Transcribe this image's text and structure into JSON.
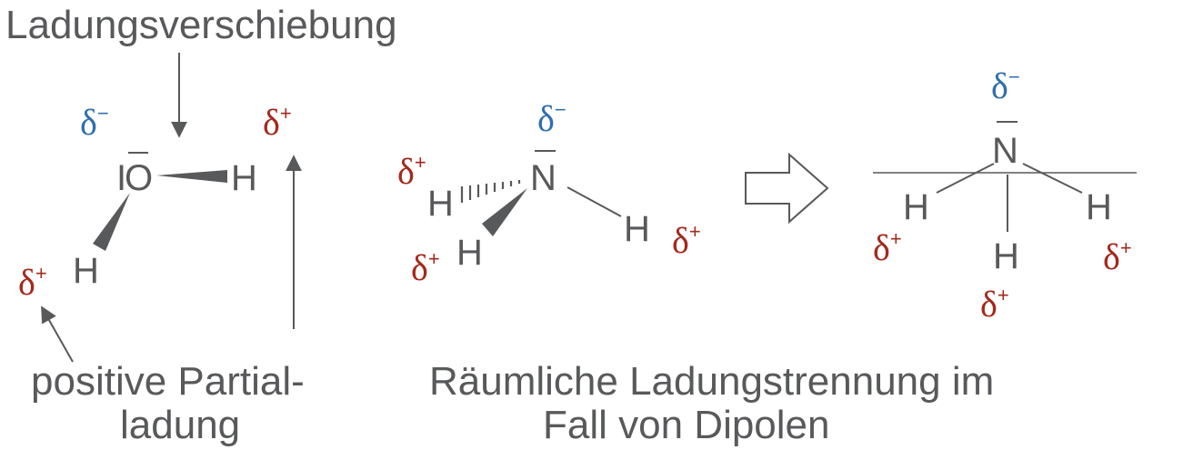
{
  "colors": {
    "text": "#58595b",
    "negative_charge": "#2f6fae",
    "positive_charge": "#a4291c",
    "bond": "#58595b"
  },
  "labels": {
    "top_callout": "Ladungsverschiebung",
    "bottom_left_line1": "positive Partial-",
    "bottom_left_line2": "ladung",
    "bottom_right_line1": "Räumliche Ladungstrennung im",
    "bottom_right_line2": "Fall von Dipolen"
  },
  "symbols": {
    "delta": "δ",
    "minus": "−",
    "plus": "+"
  },
  "water": {
    "oxygen": "O",
    "lone_pair_left": "I",
    "hydrogen": "H"
  },
  "ammonia": {
    "nitrogen": "N",
    "hydrogen": "H"
  },
  "ammonia_projection": {
    "nitrogen": "N",
    "hydrogen": "H"
  },
  "arrow_icon": "hollow-right-arrow-icon"
}
